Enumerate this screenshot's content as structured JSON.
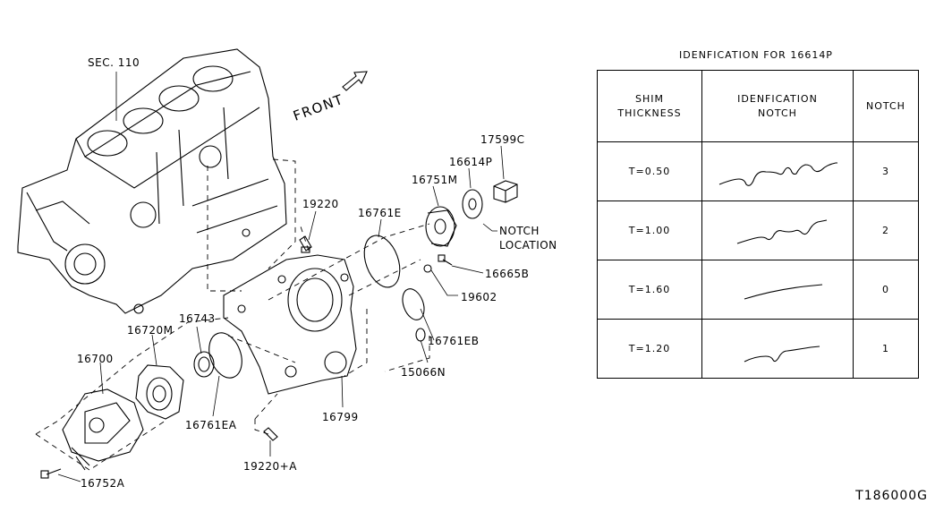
{
  "diagram": {
    "labels": {
      "sec110": "SEC. 110",
      "front": "FRONT",
      "p17599c": "17599C",
      "p16614p": "16614P",
      "p16751m": "16751M",
      "p19220": "19220",
      "p16761e": "16761E",
      "notch": "NOTCH",
      "location": "LOCATION",
      "p16665b": "16665B",
      "p19602": "19602",
      "p16743": "16743",
      "p16720m": "16720M",
      "p16761eb": "16761EB",
      "p16700": "16700",
      "p15066n": "15066N",
      "p16799": "16799",
      "p16761ea": "16761EA",
      "p19220a": "19220+A",
      "p16752a": "16752A"
    }
  },
  "table": {
    "title": "IDENFICATION FOR 16614P",
    "headers": {
      "shim_line1": "SHIM",
      "shim_line2": "THICKNESS",
      "ident_line1": "IDENFICATION",
      "ident_line2": "NOTCH",
      "notch": "NOTCH"
    },
    "rows": [
      {
        "thickness": "T=0.50",
        "notch": "3"
      },
      {
        "thickness": "T=1.00",
        "notch": "2"
      },
      {
        "thickness": "T=1.60",
        "notch": "0"
      },
      {
        "thickness": "T=1.20",
        "notch": "1"
      }
    ]
  },
  "reference_code": "T186000G"
}
